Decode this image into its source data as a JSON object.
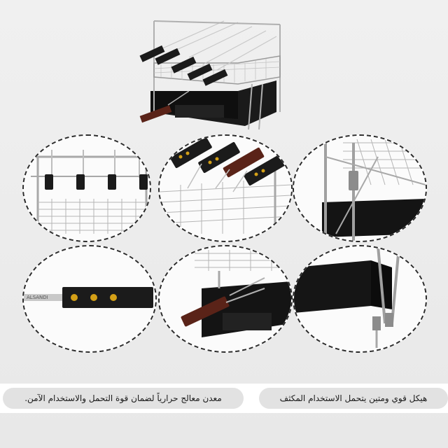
{
  "product": {
    "handle_brand": "ALSANDI"
  },
  "captions": {
    "right": "هيكل قوي ومتين يتحمل الاستخدام المكثف",
    "left": "معدن معالج حرارياً لضمان قوة التحمل والاستخدام الآمن."
  },
  "colors": {
    "background": "#ececec",
    "steel": "#b8b8b8",
    "handle": "#1e1e1e",
    "wood": "#5a2318",
    "accent_dot": "#d4a017",
    "tray": "#151515",
    "pill": "#e2e2e2"
  }
}
